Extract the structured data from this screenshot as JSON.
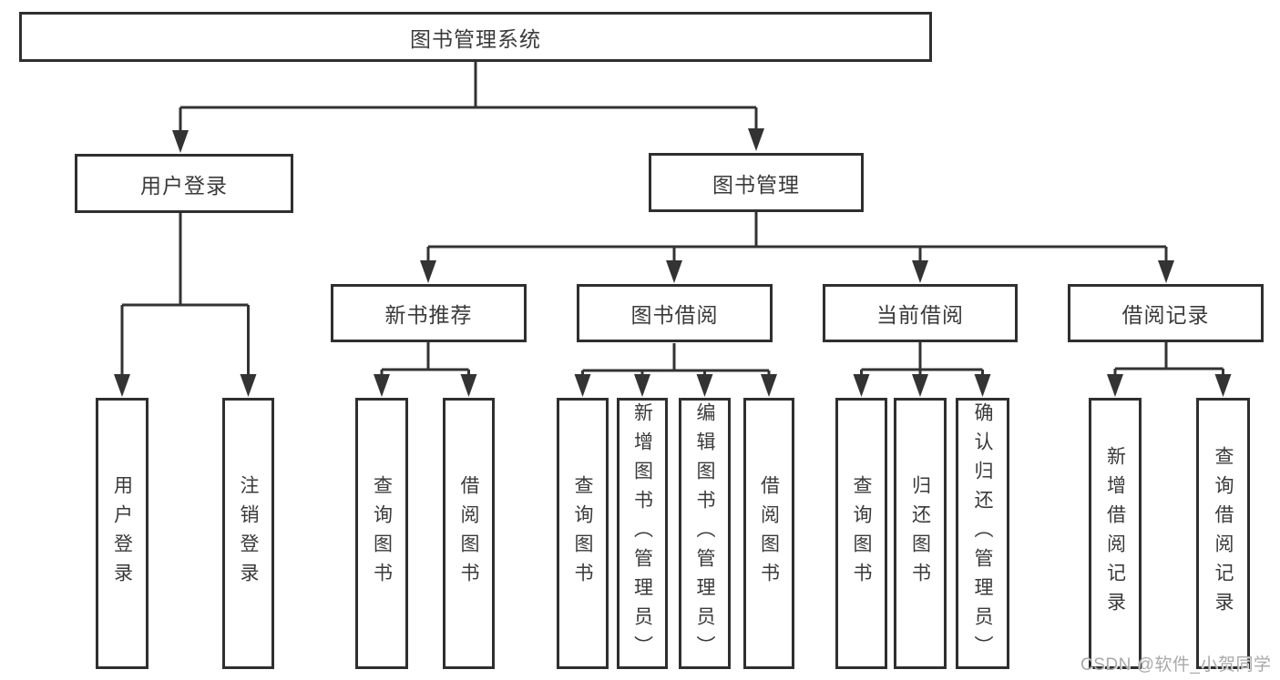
{
  "diagram": {
    "root": {
      "label": "图书管理系统"
    },
    "level2": [
      {
        "label": "用户登录"
      },
      {
        "label": "图书管理"
      }
    ],
    "level3": [
      {
        "label": "新书推荐"
      },
      {
        "label": "图书借阅"
      },
      {
        "label": "当前借阅"
      },
      {
        "label": "借阅记录"
      }
    ],
    "leaves": [
      {
        "label": "用户登录"
      },
      {
        "label": "注销登录"
      },
      {
        "label": "查询图书"
      },
      {
        "label": "借阅图书"
      },
      {
        "label": "查询图书"
      },
      {
        "label": "新增图书（管理员）"
      },
      {
        "label": "编辑图书（管理员）"
      },
      {
        "label": "借阅图书"
      },
      {
        "label": "查询图书"
      },
      {
        "label": "归还图书"
      },
      {
        "label": "确认归还（管理员）"
      },
      {
        "label": "新增借阅记录"
      },
      {
        "label": "查询借阅记录"
      }
    ]
  },
  "watermark": "CSDN @软件_小贺同学",
  "colors": {
    "background": "#ffffff",
    "line": "#333333",
    "box_border": "#2f2f2f",
    "text": "#3a3a3a",
    "watermark": "#a9a9a9"
  }
}
